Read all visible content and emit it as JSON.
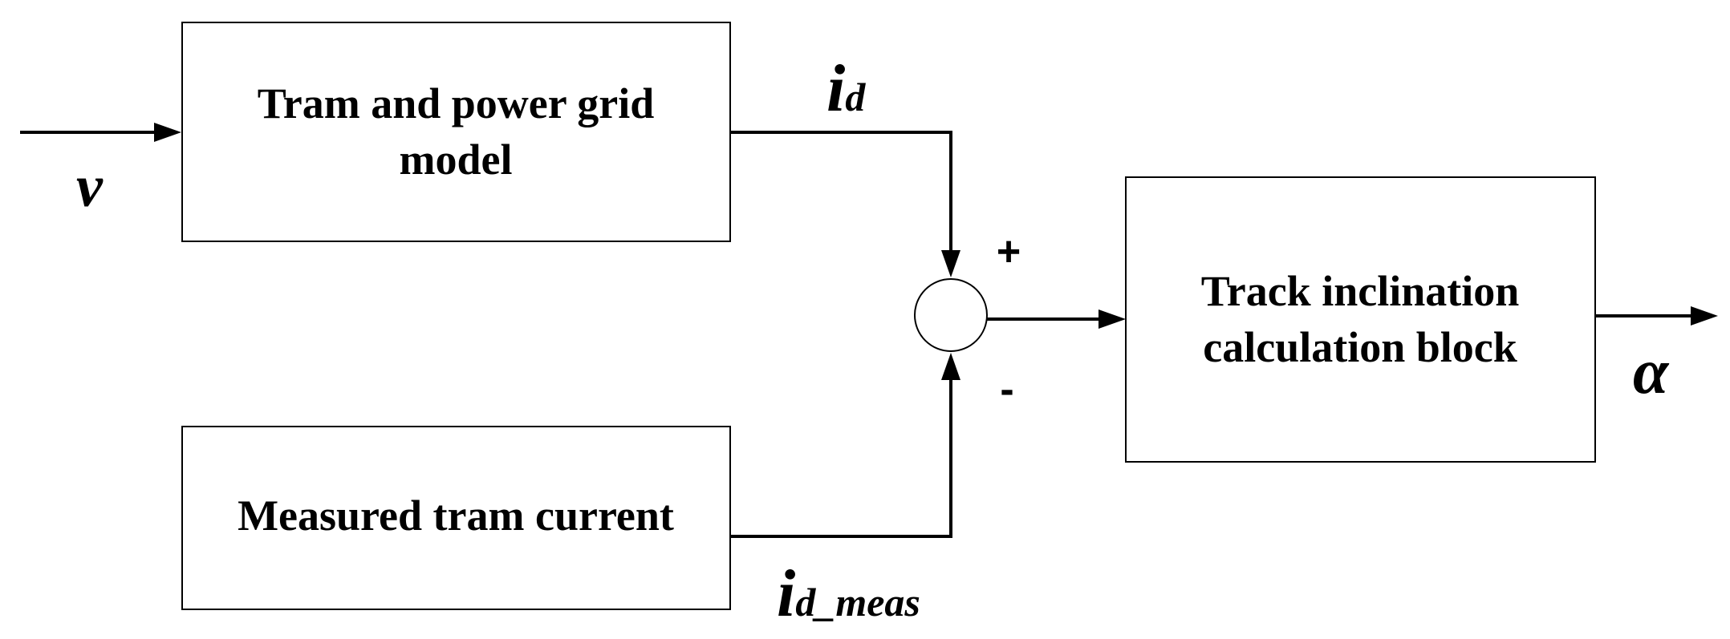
{
  "blocks": {
    "model": {
      "line1": "Tram and power grid",
      "line2": "model"
    },
    "measured": {
      "label": "Measured tram current"
    },
    "inclination": {
      "line1": "Track inclination",
      "line2": "calculation block"
    }
  },
  "signals": {
    "input": "v",
    "model_output": {
      "base": "i",
      "sub": "d"
    },
    "measured_output": {
      "base": "i",
      "sub": "d_meas"
    },
    "output": "α"
  },
  "summing_junction": {
    "plus": "+",
    "minus": "-"
  }
}
